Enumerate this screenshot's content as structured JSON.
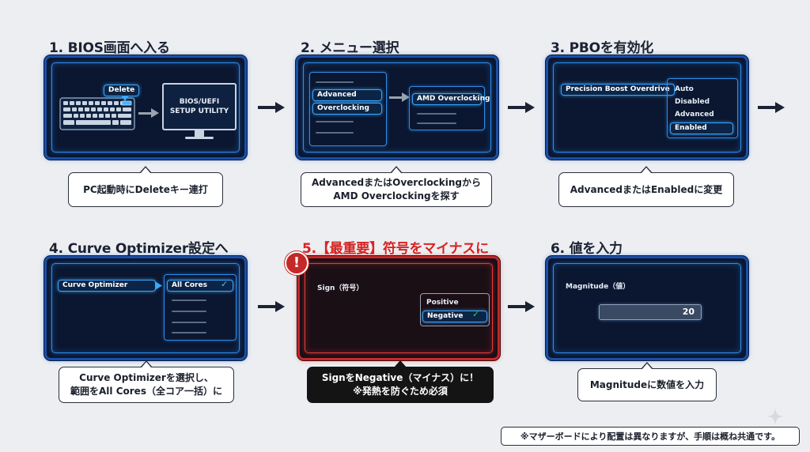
{
  "steps": [
    {
      "title": "1. BIOS画面へ入る",
      "callout": [
        "PC起動時にDeleteキー連打"
      ]
    },
    {
      "title": "2. メニュー選択",
      "callout": [
        "AdvancedまたはOverclockingから",
        "AMD Overclockingを探す"
      ]
    },
    {
      "title": "3. PBOを有効化",
      "callout": [
        "AdvancedまたはEnabledに変更"
      ]
    },
    {
      "title": "4. Curve Optimizer設定へ",
      "callout": [
        "Curve Optimizerを選択し、",
        "範囲をAll Cores（全コア一括）に"
      ]
    },
    {
      "title": "5.【最重要】符号をマイナスに",
      "callout": [
        "SignをNegative（マイナス）に！",
        "※発熱を防ぐため必須"
      ]
    },
    {
      "title": "6. 値を入力",
      "callout": [
        "Magnitudeに数値を入力"
      ]
    }
  ],
  "step1": {
    "key_label": "Delete",
    "monitor_line1": "BIOS/UEFI",
    "monitor_line2": "SETUP UTILITY"
  },
  "step2": {
    "menu_items": [
      "Advanced",
      "Overclocking"
    ],
    "submenu_item": "AMD Overclocking"
  },
  "step3": {
    "setting": "Precision Boost Overdrive",
    "options": [
      "Auto",
      "Disabled",
      "Advanced",
      "Enabled"
    ],
    "selected": "Enabled"
  },
  "step4": {
    "setting": "Curve Optimizer",
    "option": "All Cores"
  },
  "step5": {
    "label": "Sign（符号）",
    "options": [
      "Positive",
      "Negative"
    ],
    "selected": "Negative",
    "alert_icon": "!"
  },
  "step6": {
    "label": "Magnitude（値）",
    "value": "20"
  },
  "footer_note": "※マザーボードにより配置は異なりますが、手順は概ね共通です。",
  "colors": {
    "screen_bg": "#0b1730",
    "screen_glow": "#2f8de8",
    "warning_red": "#d62424",
    "check_green": "#2ecc40",
    "check_blue": "#5ab4ff"
  }
}
